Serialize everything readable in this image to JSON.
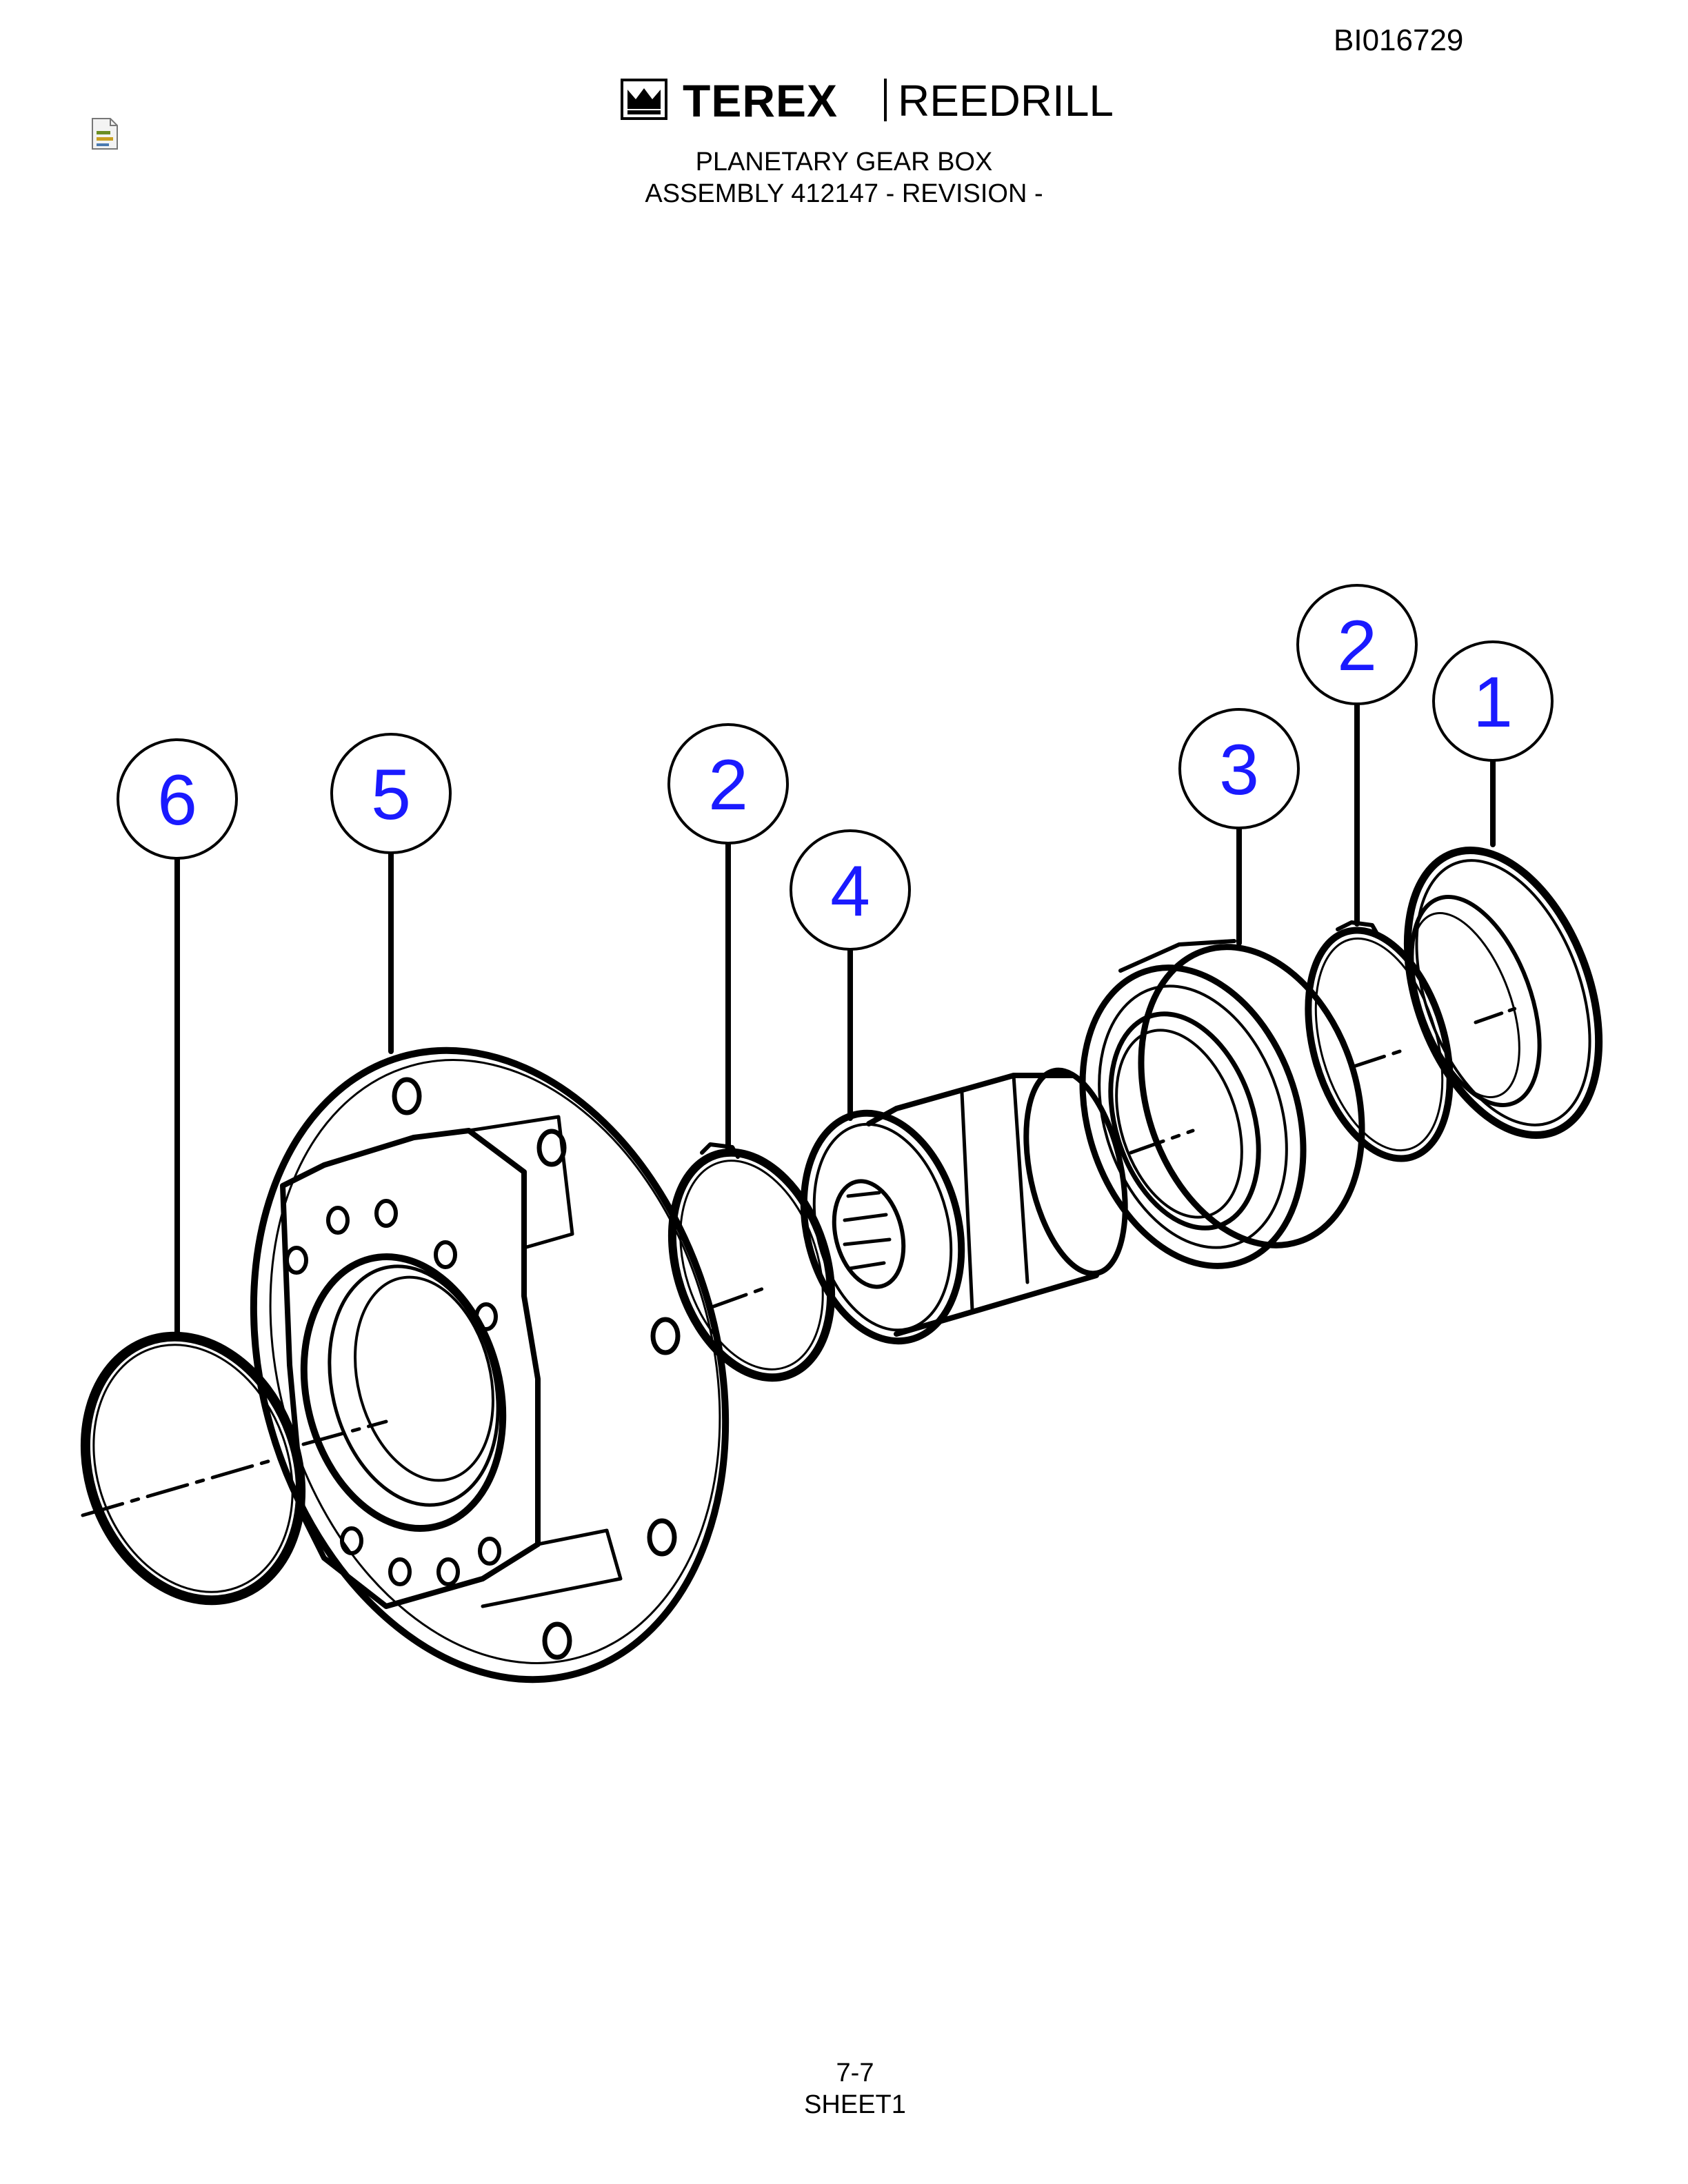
{
  "header": {
    "doc_id": "BI016729",
    "logo_brand": "TEREX",
    "logo_division": "REEDRILL",
    "title_line1": "PLANETARY GEAR BOX",
    "title_line2": "ASSEMBLY 412147 - REVISION -"
  },
  "icons": {
    "logo_mark": "terex-crown-icon",
    "file_icon": "document-file-icon"
  },
  "callouts": [
    {
      "id": "callout-6",
      "number": "6"
    },
    {
      "id": "callout-5",
      "number": "5"
    },
    {
      "id": "callout-2a",
      "number": "2"
    },
    {
      "id": "callout-4",
      "number": "4"
    },
    {
      "id": "callout-3",
      "number": "3"
    },
    {
      "id": "callout-2b",
      "number": "2"
    },
    {
      "id": "callout-1",
      "number": "1"
    }
  ],
  "colors": {
    "callout_number": "#1a1aff",
    "line_art": "#000000"
  },
  "footer": {
    "page": "7-7",
    "sheet": "SHEET1"
  }
}
